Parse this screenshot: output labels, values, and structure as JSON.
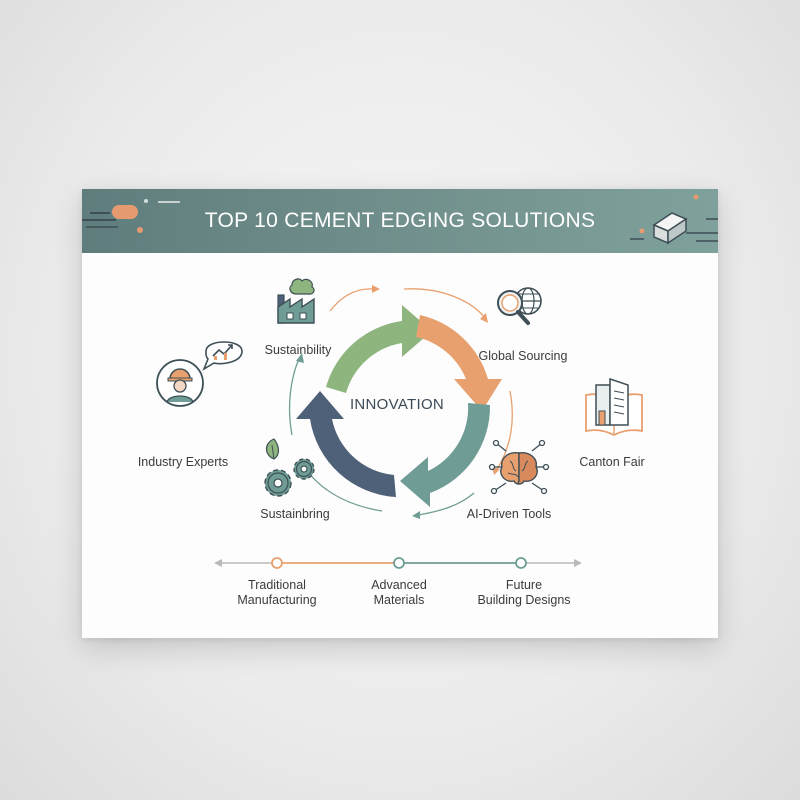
{
  "header": {
    "title": "TOP 10 CEMENT EDGING SOLUTIONS"
  },
  "cycle": {
    "center_label": "INNOVATION",
    "nodes": [
      {
        "id": "sustainability-top",
        "label": "Sustainbility",
        "icon": "factory-icon"
      },
      {
        "id": "global-sourcing",
        "label": "Global Sourcing",
        "icon": "magnifier-globe-icon"
      },
      {
        "id": "ai-driven-tools",
        "label": "AI-Driven Tools",
        "icon": "brain-circuit-icon"
      },
      {
        "id": "sustainability-bottom",
        "label": "Sustainbring",
        "icon": "gears-leaf-icon"
      }
    ],
    "arrow_colors": [
      "#8fb57f",
      "#e8a06e",
      "#6f9d95",
      "#4f6178"
    ]
  },
  "side": {
    "left": {
      "label": "Industry Experts",
      "icon": "worker-chart-icon"
    },
    "right": {
      "label": "Canton Fair",
      "icon": "book-building-icon"
    }
  },
  "timeline": {
    "stages": [
      {
        "line1": "Traditional",
        "line2": "Manufacturing"
      },
      {
        "line1": "Advanced",
        "line2": "Materials"
      },
      {
        "line1": "Future",
        "line2": "Building Designs"
      }
    ]
  }
}
